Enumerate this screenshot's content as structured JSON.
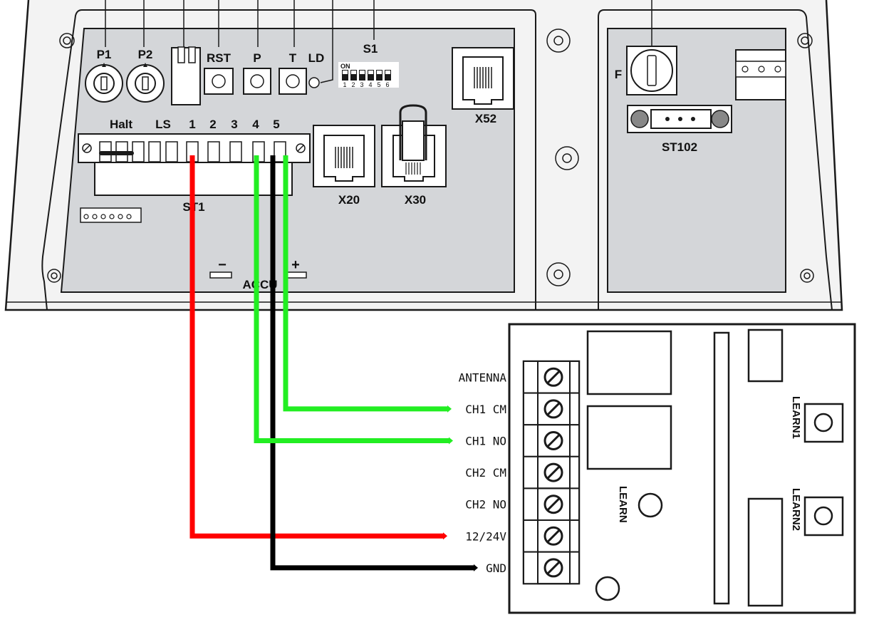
{
  "controller": {
    "labels": {
      "p1": "P1",
      "p2": "P2",
      "rst": "RST",
      "p": "P",
      "t": "T",
      "ld": "LD",
      "s1": "S1",
      "f": "F",
      "x52": "X52",
      "st102": "ST102",
      "halt": "Halt",
      "ls": "LS",
      "t1": "1",
      "t2": "2",
      "t3": "3",
      "t4": "4",
      "t5": "5",
      "st1": "ST1",
      "x20": "X20",
      "x30": "X30",
      "accu": "ACCU",
      "minus": "−",
      "plus": "+"
    },
    "dip": {
      "on": "ON",
      "numbers": [
        "1",
        "2",
        "3",
        "4",
        "5",
        "6"
      ]
    }
  },
  "receiver": {
    "terminals": [
      "ANTENNA",
      "CH1 CM",
      "CH1 NO",
      "CH2 CM",
      "CH2 NO",
      "12/24V",
      "GND"
    ],
    "buttons": {
      "learn1": "LEARN1",
      "learn2": "LEARN2",
      "learn": "LEARN"
    }
  },
  "wires": [
    {
      "name": "red",
      "color": "#ff0000",
      "from": "1",
      "to": "12/24V"
    },
    {
      "name": "black",
      "color": "#000000",
      "from": "5",
      "to": "GND"
    },
    {
      "name": "green-a",
      "color": "#22ee22",
      "from": "4",
      "to": "CH1 NO"
    },
    {
      "name": "green-b",
      "color": "#22ee22",
      "from": "5",
      "to": "CH1 CM"
    }
  ],
  "colors": {
    "panel": "#d4d6d9",
    "housing": "#f3f3f3",
    "outline": "#1a1a1a"
  }
}
